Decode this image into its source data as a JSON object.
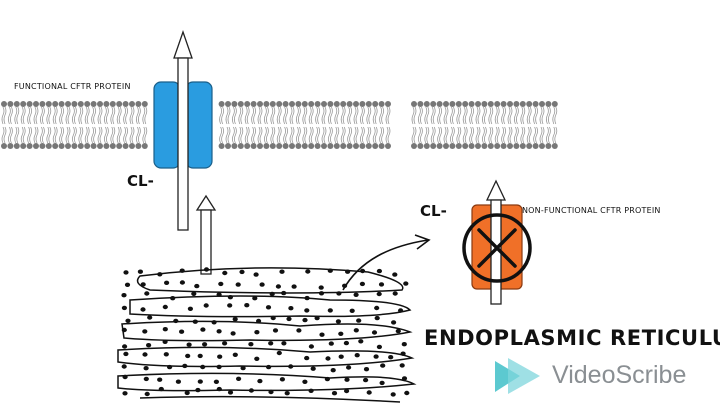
{
  "labels": {
    "functional": "FUNCTIONAL CFTR PROTEIN",
    "non_functional": "NON-FUNCTIONAL CFTR PROTEIN",
    "cl_left": "CL-",
    "cl_right": "CL-",
    "er": "ENDOPLASMIC RETICULUM",
    "brand": "VideoScribe"
  },
  "colors": {
    "functional_channel": "#2a9ce0",
    "non_functional_channel": "#f07028",
    "lipid": "#777777",
    "brand_teal": "#40c0c8"
  },
  "icons": [
    "arrow-up-icon",
    "curved-arrow-icon",
    "x-mark-icon",
    "videoscribe-logo-icon"
  ]
}
